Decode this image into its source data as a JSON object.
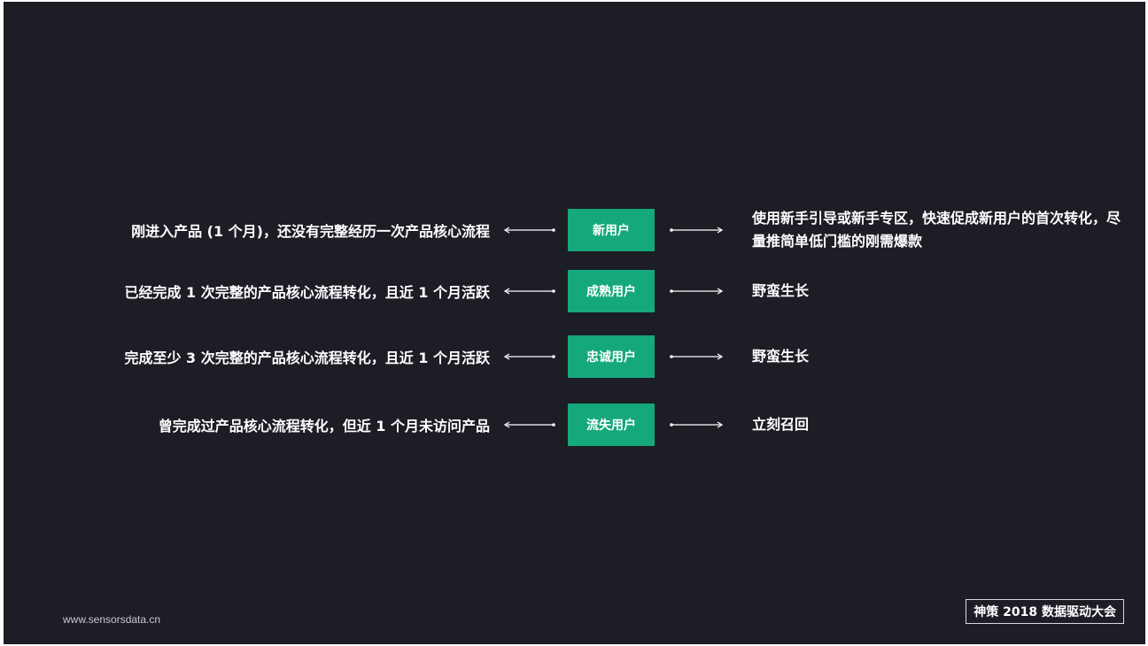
{
  "rows": [
    {
      "description": "刚进入产品 (1 个月)，还没有完整经历一次产品核心流程",
      "segment": "新用户",
      "action": "使用新手引导或新手专区，快速促成新用户的首次转化，尽量推简单低门槛的刚需爆款"
    },
    {
      "description": "已经完成 1 次完整的产品核心流程转化，且近 1 个月活跃",
      "segment": "成熟用户",
      "action": "野蛮生长"
    },
    {
      "description": "完成至少 3 次完整的产品核心流程转化，且近 1 个月活跃",
      "segment": "忠诚用户",
      "action": "野蛮生长"
    },
    {
      "description": "曾完成过产品核心流程转化，但近 1 个月未访问产品",
      "segment": "流失用户",
      "action": "立刻召回"
    }
  ],
  "footer": {
    "url": "www.sensorsdata.cn",
    "brand": "神策 2018 数据驱动大会"
  },
  "colors": {
    "background": "#1c1d25",
    "badge": "#15a87a",
    "text": "#ffffff"
  }
}
